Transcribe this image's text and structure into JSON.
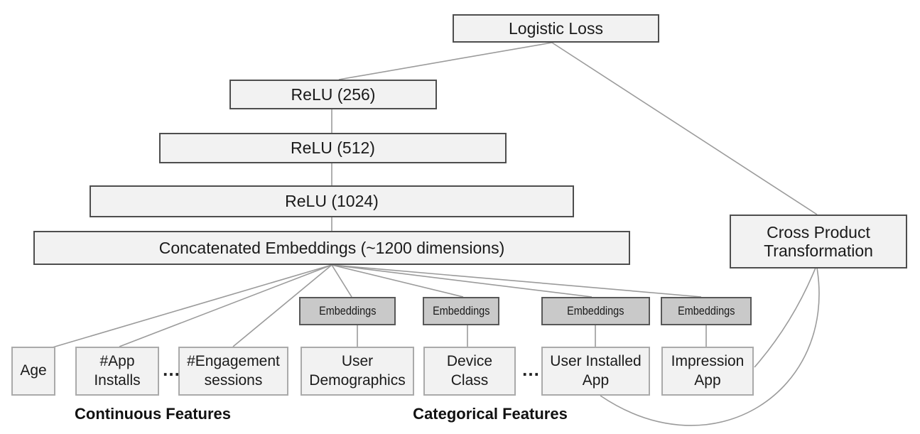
{
  "figure": {
    "nodes": {
      "logistic_loss": "Logistic Loss",
      "relu_256": "ReLU (256)",
      "relu_512": "ReLU (512)",
      "relu_1024": "ReLU (1024)",
      "concat": "Concatenated Embeddings (~1200 dimensions)",
      "cross_product": "Cross Product\nTransformation",
      "embeddings": "Embeddings",
      "age": "Age",
      "app_installs": "#App\nInstalls",
      "engagement_sessions": "#Engagement\nsessions",
      "user_demographics": "User\nDemographics",
      "device_class": "Device\nClass",
      "user_installed_app": "User Installed\nApp",
      "impression_app": "Impression\nApp",
      "ellipsis": "…"
    },
    "labels": {
      "continuous": "Continuous Features",
      "categorical": "Categorical Features"
    },
    "colors": {
      "box_fill_light": "#f2f2f2",
      "box_fill_embeddings": "#c9c9c9",
      "box_border_dark": "#4e4e4e",
      "box_border_light": "#aaaaaa",
      "edge": "#9b9b9b",
      "text": "#1a1a1a"
    }
  }
}
